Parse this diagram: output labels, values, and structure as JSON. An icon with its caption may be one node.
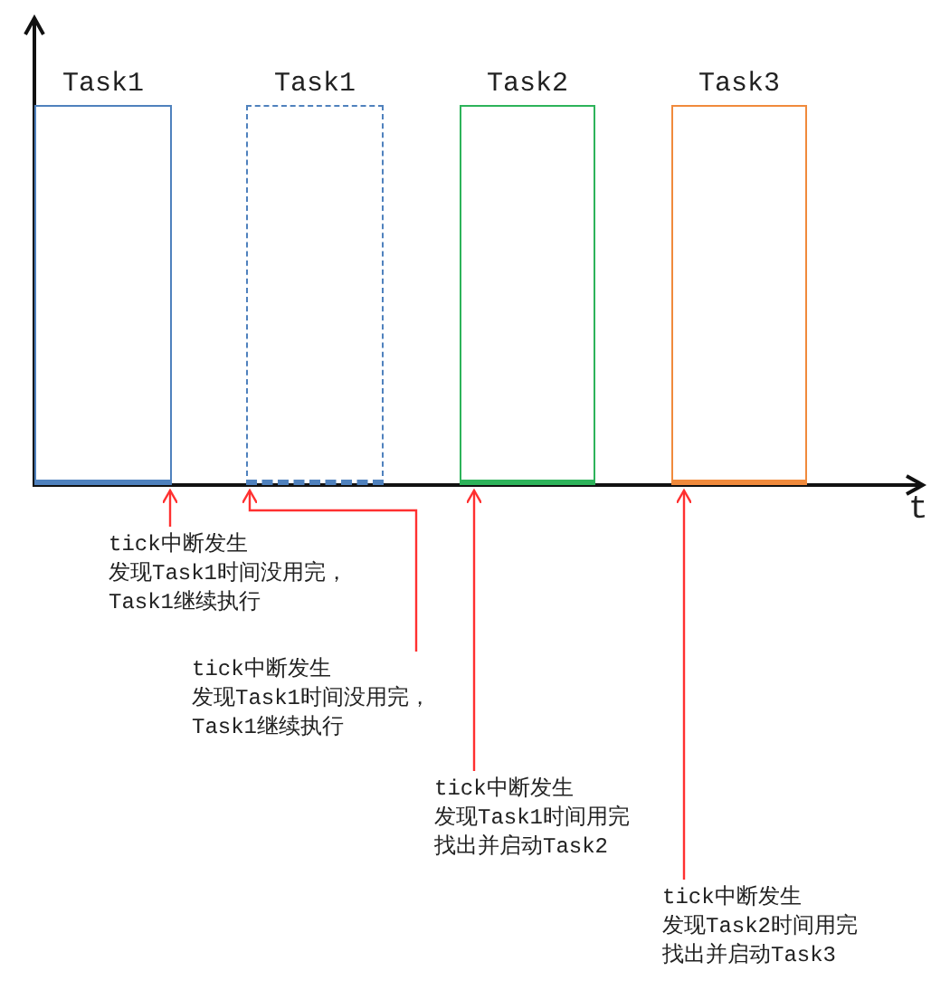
{
  "diagram": {
    "nodes": [
      {
        "text": [
          "Task1"
        ]
      },
      {
        "text": [
          "Task1"
        ]
      },
      {
        "text": [
          "Task2"
        ]
      },
      {
        "text": [
          "Task3"
        ]
      },
      {
        "text": [
          "tick中断发生",
          "发现Task1时间没用完，",
          "Task1继续执行"
        ]
      },
      {
        "text": [
          "tick中断发生",
          "发现Task1时间没用完，",
          "Task1继续执行"
        ]
      },
      {
        "text": [
          "tick中断发生",
          "发现Task1时间用完",
          "找出并启动Task2"
        ]
      },
      {
        "text": [
          "tick中断发生",
          "发现Task2时间用完",
          "找出并启动Task3"
        ]
      }
    ],
    "edges": [
      {
        "from": 4,
        "to": 0,
        "arrow": "to"
      },
      {
        "from": 5,
        "to": 1,
        "arrow": "to"
      },
      {
        "from": 6,
        "to": 2,
        "arrow": "to"
      },
      {
        "from": 7,
        "to": 3,
        "arrow": "to"
      }
    ],
    "labels": [
      "t"
    ]
  }
}
